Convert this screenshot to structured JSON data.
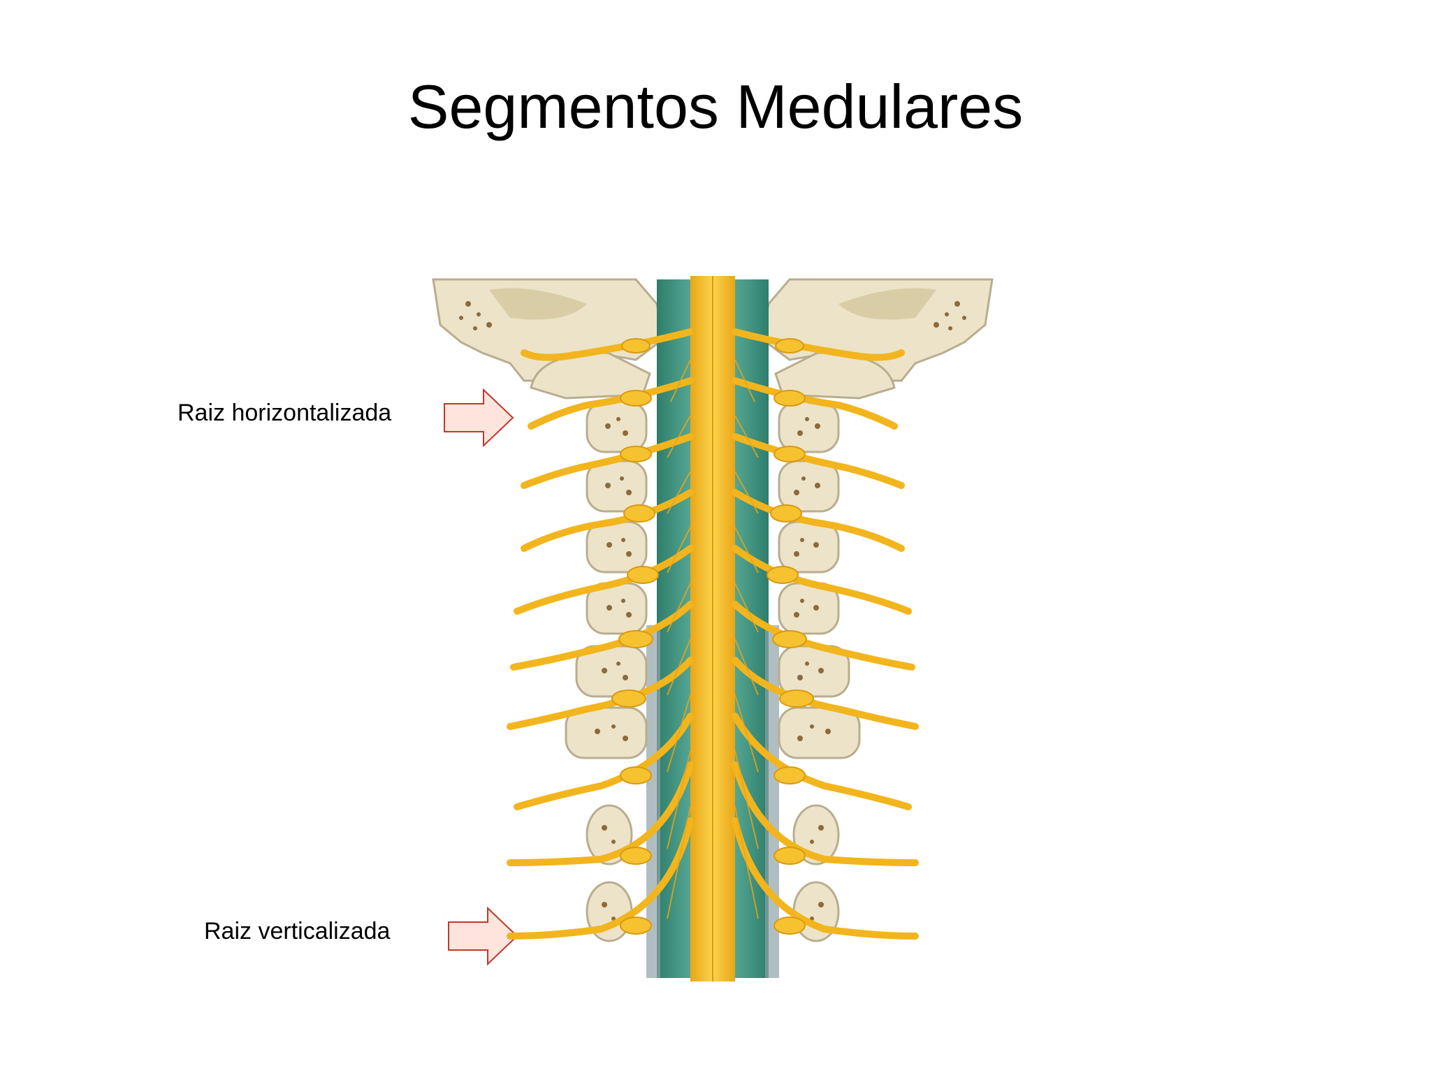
{
  "slide": {
    "title": "Segmentos Medulares"
  },
  "labels": {
    "horizontal_root": "Raiz horizontalizada",
    "vertical_root": "Raiz verticalizada"
  },
  "colors": {
    "arrow_fill": "#fde4dc",
    "arrow_stroke": "#c0392b",
    "nerve": "#f2b51d",
    "cord": "#f6c22f",
    "dura": "#3e9a86",
    "bone": "#e6dcc0",
    "bone_shadow": "#b8ad8f",
    "skull": "#ece3c8"
  },
  "icons": {
    "pointer": "arrow-right-icon"
  }
}
